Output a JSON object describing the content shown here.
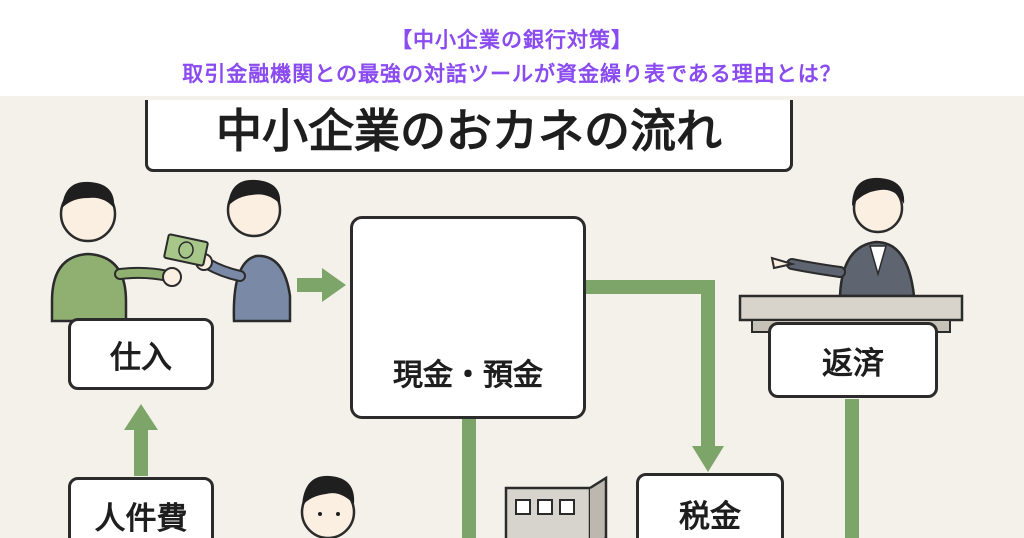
{
  "header": {
    "line1": "【中小企業の銀行対策】",
    "line2": "取引金融機関との最強の対話ツールが資金繰り表である理由とは？"
  },
  "diagram": {
    "title": "中小企業のおカネの流れ",
    "nodes": {
      "purchase": "仕入",
      "cash": "現金・預金",
      "repayment": "返済",
      "personnel": "人件費",
      "tax": "税金"
    }
  },
  "colors": {
    "header_text": "#8a4cf0",
    "background": "#f4f1ea",
    "arrow": "#7ea569",
    "border": "#2b2b2b"
  }
}
